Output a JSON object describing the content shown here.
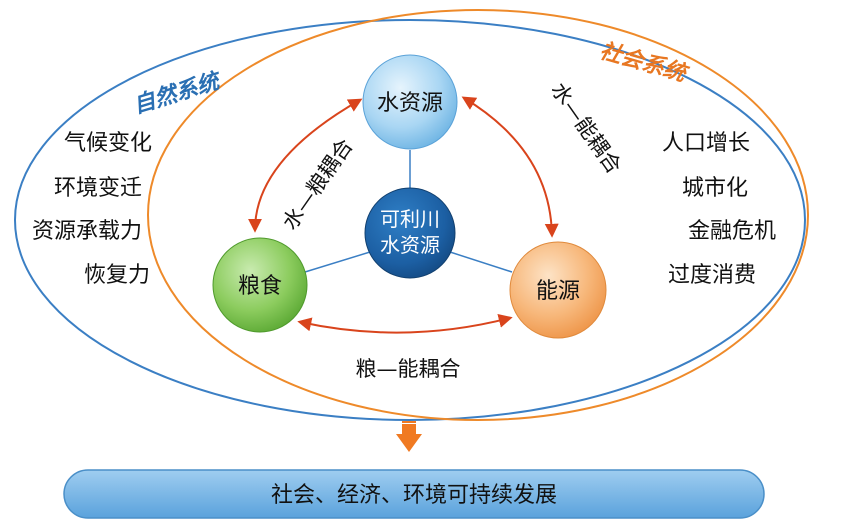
{
  "natural_system": {
    "title": "自然系统",
    "items": [
      "气候变化",
      "环境变迁",
      "资源承载力",
      "恢复力"
    ]
  },
  "social_system": {
    "title": "社会系统",
    "items": [
      "人口增长",
      "城市化",
      "金融危机",
      "过度消费"
    ]
  },
  "nodes": {
    "water": "水资源",
    "food": "粮食",
    "energy": "能源",
    "center_line1": "可利川",
    "center_line2": "水资源"
  },
  "couplings": {
    "water_food": "水—粮耦合",
    "water_energy": "水—能耦合",
    "food_energy": "粮—能耦合"
  },
  "banner": "社会、经济、环境可持续发展",
  "colors": {
    "natural_title": "#2a6fb3",
    "social_title": "#e87722",
    "natural_ellipse": "#3b7fc4",
    "social_ellipse": "#ee8a2a",
    "arrow": "#d9441c",
    "down_arrow": "#f07a22",
    "banner_fill": "#6aaee2"
  }
}
